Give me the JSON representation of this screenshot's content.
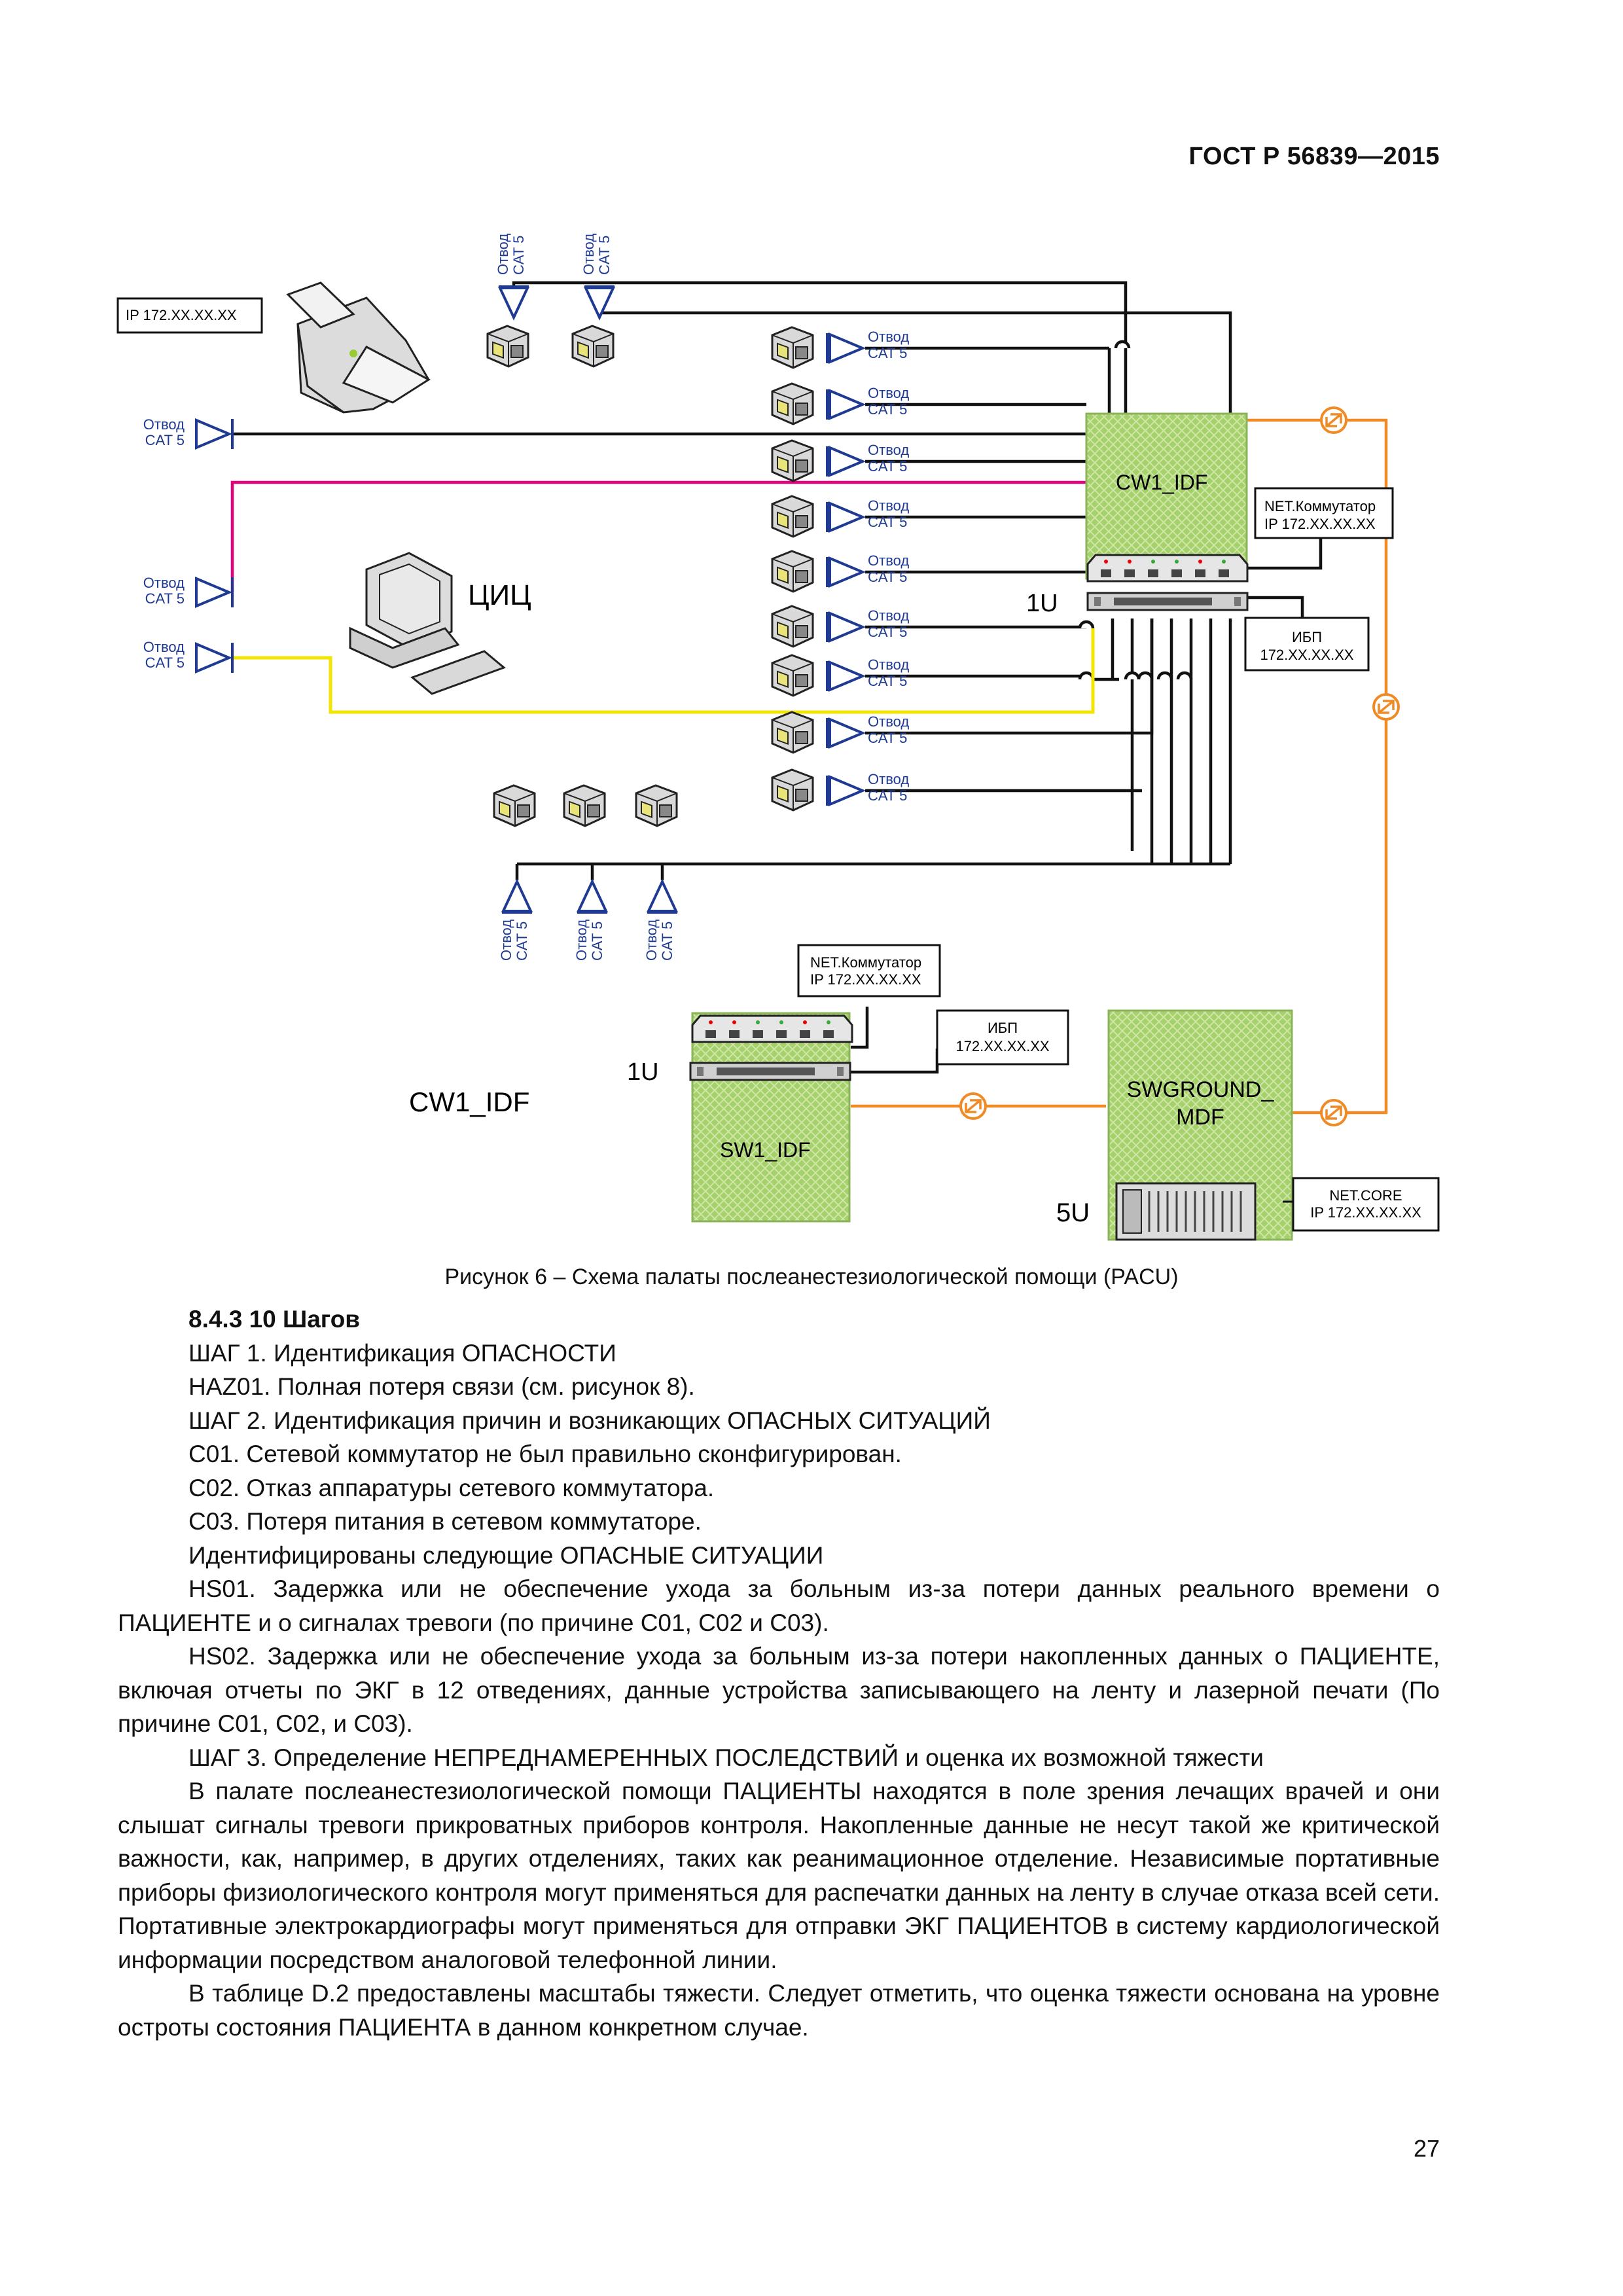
{
  "header": {
    "standard_id": "ГОСТ Р 56839—2015"
  },
  "diagram": {
    "printer_ip": "IP 172.XX.XX.XX",
    "outlet_line1": "Отвод",
    "outlet_line2": "CAT 5",
    "ciz_label": "ЦИЦ",
    "idf_top_label": "CW1_IDF",
    "switch_top_label": "NET.Коммутатор",
    "switch_top_ip": "IP 172.XX.XX.XX",
    "ups_top_label": "ИБП",
    "ups_top_ip": "172.XX.XX.XX",
    "rack_1u_top": "1U",
    "rack_1u_bottom": "1U",
    "cw1_idf_bottom_label": "CW1_IDF",
    "sw1_idf_label": "SW1_IDF",
    "switch_bottom_label": "NET.Коммутатор",
    "switch_bottom_ip": "IP 172.XX.XX.XX",
    "ups_bottom_label": "ИБП",
    "ups_bottom_ip": "172.XX.XX.XX",
    "mdf_label_line1": "SWGROUND_",
    "mdf_label_line2": "MDF",
    "rack_5u": "5U",
    "core_label": "NET.CORE",
    "core_ip": "IP 172.XX.XX.XX",
    "colors": {
      "magenta": "#e6007e",
      "yellow": "#f2e600",
      "orange": "#f08a24",
      "blue": "#1f3a93",
      "green": "#a5d16a"
    }
  },
  "figure_caption": "Рисунок 6 – Схема палаты послеанестезиологической помощи (PACU)",
  "body": {
    "heading": "8.4.3 10 Шагов",
    "paragraphs": [
      "ШАГ 1. Идентификация ОПАСНОСТИ",
      "HAZ01. Полная потеря связи (см. рисунок 8).",
      "ШАГ 2. Идентификация причин и возникающих ОПАСНЫХ СИТУАЦИЙ",
      "С01. Сетевой коммутатор не был правильно сконфигурирован.",
      "С02. Отказ аппаратуры сетевого коммутатора.",
      "С03. Потеря питания в сетевом коммутаторе.",
      "Идентифицированы следующие ОПАСНЫЕ СИТУАЦИИ",
      "HS01. Задержка или не обеспечение ухода за больным из-за потери данных реального времени о ПАЦИЕНТЕ и о сигналах тревоги (по причине С01, С02 и С03).",
      "HS02. Задержка или не обеспечение ухода за больным из-за потери накопленных данных о ПАЦИЕНТЕ, включая отчеты по ЭКГ в 12 отведениях, данные устройства записывающего на ленту и лазерной печати (По причине С01, С02, и С03).",
      "ШАГ 3. Определение НЕПРЕДНАМЕРЕННЫХ ПОСЛЕДСТВИЙ и оценка их возможной тяжести",
      "В палате послеанестезиологической помощи ПАЦИЕНТЫ находятся в поле зрения лечащих врачей и они слышат сигналы тревоги прикроватных приборов контроля. Накопленные данные не несут такой же критической важности, как, например, в других отделениях, таких как реанимационное отделение. Независимые портативные приборы физиологического контроля могут применяться для распечатки данных на ленту в случае отказа всей сети. Портативные электрокардиографы могут применяться для отправки ЭКГ ПАЦИЕНТОВ в систему кардиологической информации посредством аналоговой телефонной линии.",
      "В таблице D.2 предоставлены масштабы тяжести. Следует отметить, что оценка тяжести основана на уровне остроты состояния ПАЦИЕНТА в данном конкретном случае."
    ]
  },
  "page_number": "27"
}
